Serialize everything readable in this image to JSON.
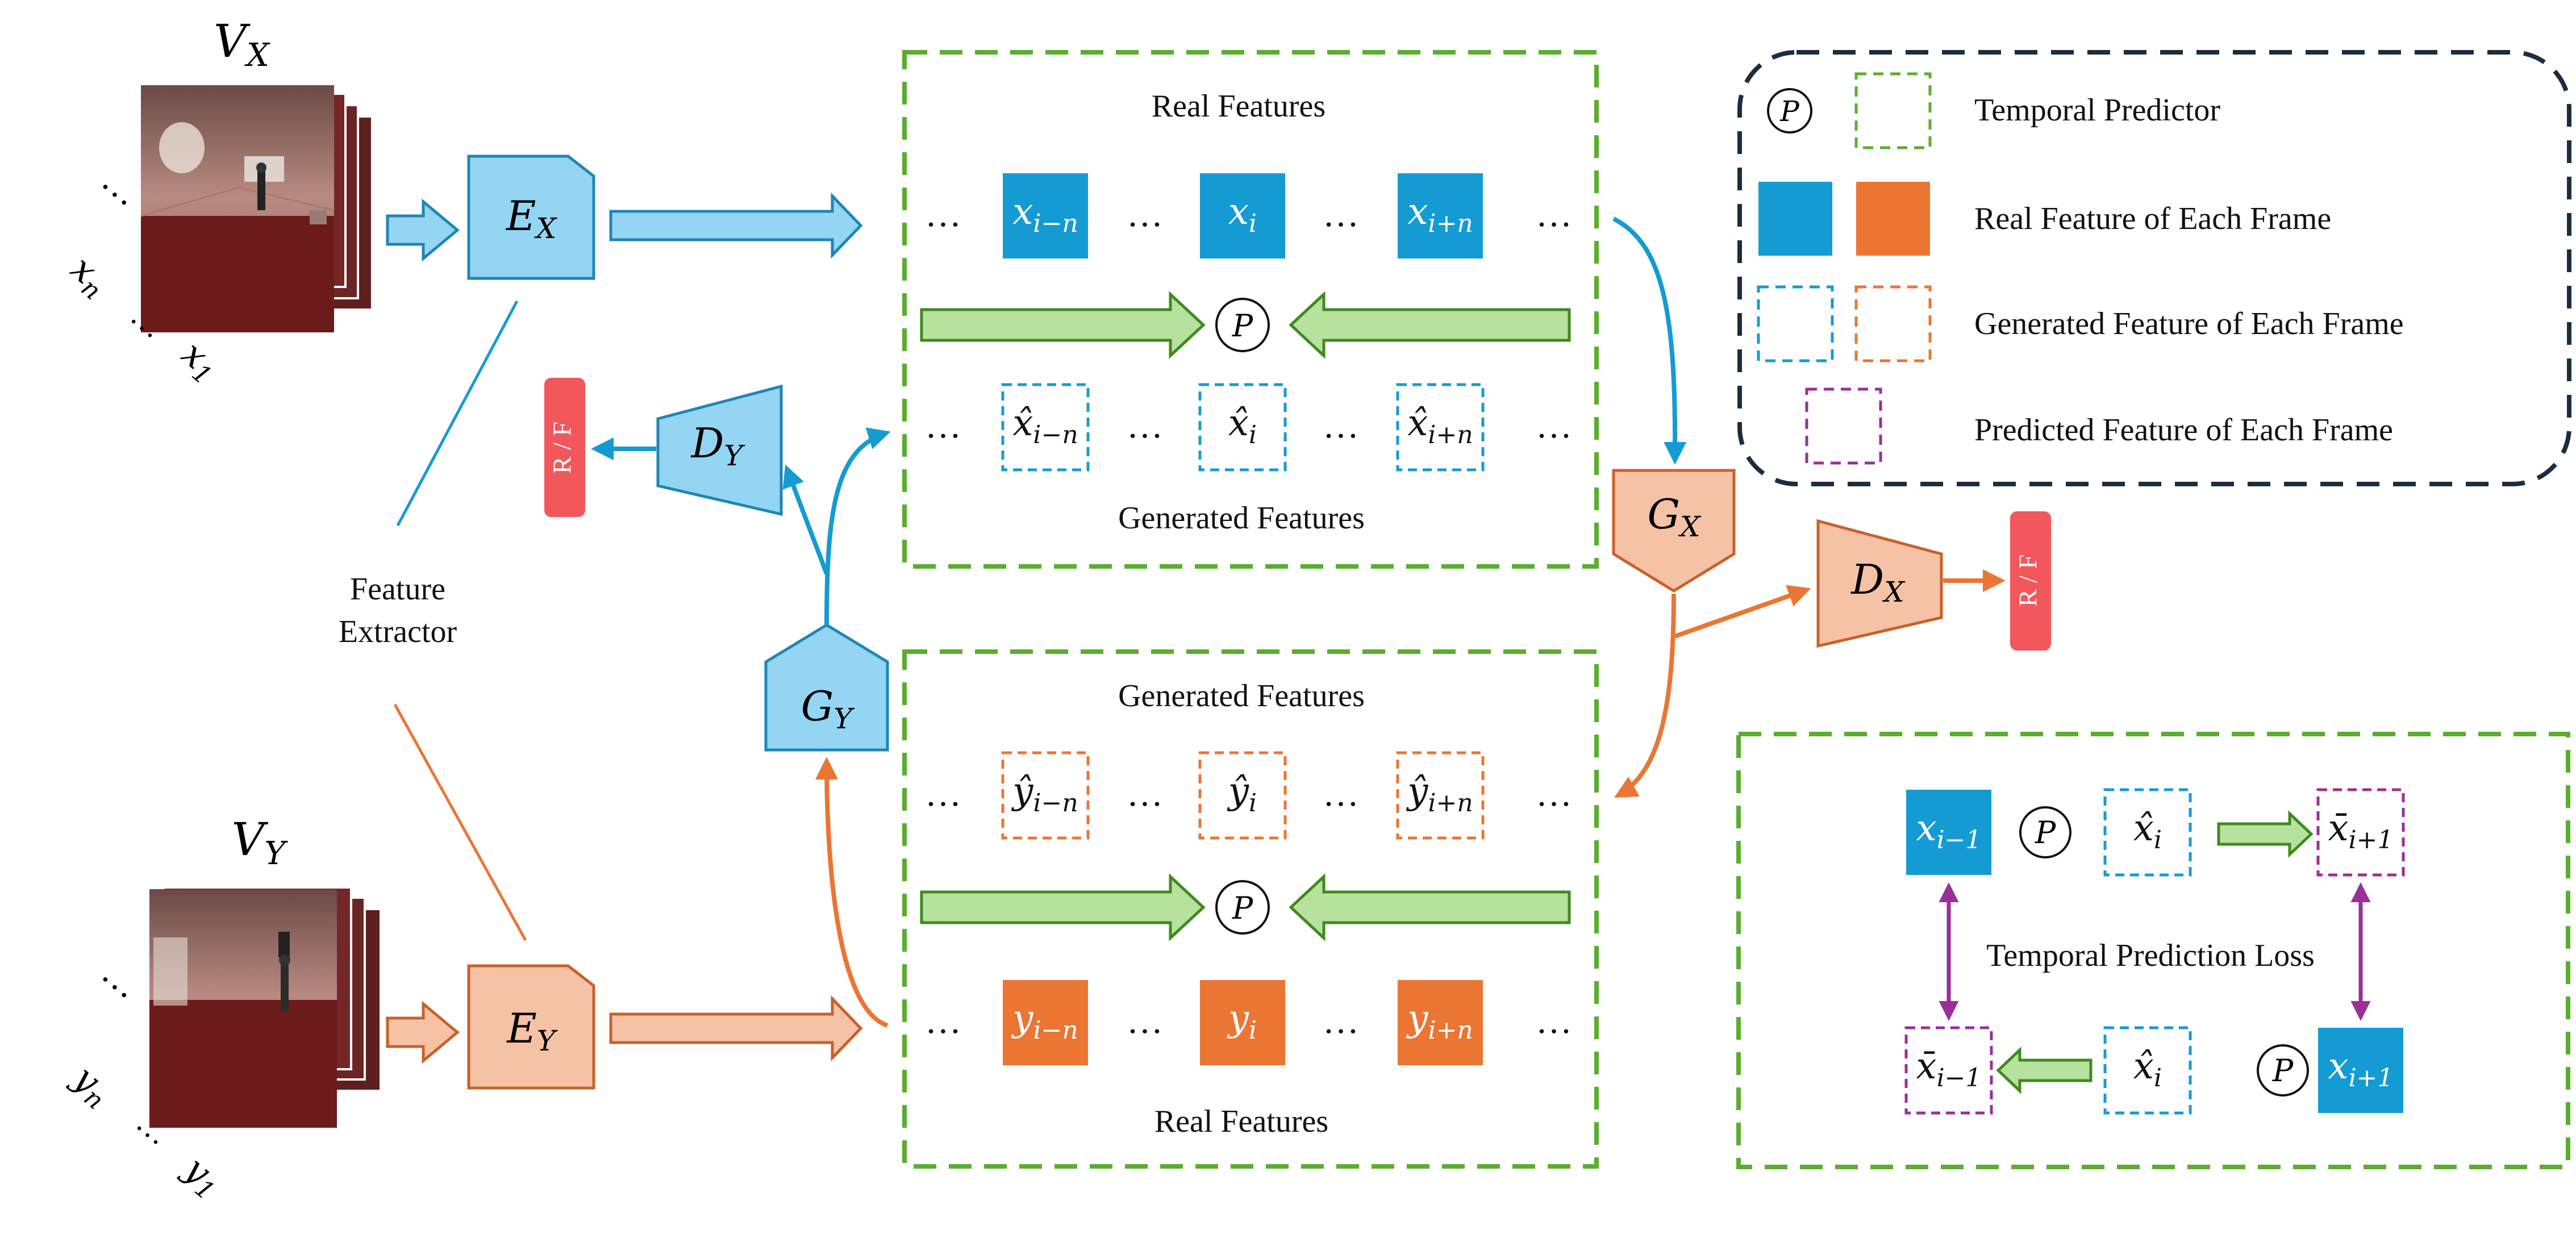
{
  "colors": {
    "blue": "#159BD4",
    "blue_light": "#93D5F3",
    "blue_stroke": "#1D86B6",
    "orange": "#EB7533",
    "orange_light": "#F5C2A6",
    "orange_stroke": "#C96029",
    "green": "#5AAE2E",
    "green_fill": "#B7E29E",
    "green_stroke": "#3F8A1D",
    "purple": "#9A2F98",
    "red_badge": "#F2575C",
    "navy_dash": "#1B2D40"
  },
  "video_x": {
    "label_base": "V",
    "label_sub": "X",
    "first_frame": {
      "base": "x",
      "sub": "1"
    },
    "last_frame": {
      "base": "x",
      "sub": "n"
    },
    "dots": "…"
  },
  "video_y": {
    "label_base": "V",
    "label_sub": "Y",
    "first_frame": {
      "base": "y",
      "sub": "1"
    },
    "last_frame": {
      "base": "y",
      "sub": "n"
    },
    "dots": "…"
  },
  "encoders": {
    "ex": {
      "base": "E",
      "sub": "X"
    },
    "ey": {
      "base": "E",
      "sub": "Y"
    }
  },
  "feature_extractor": {
    "line1": "Feature",
    "line2": "Extractor"
  },
  "generators": {
    "gx": {
      "base": "G",
      "sub": "X"
    },
    "gy": {
      "base": "G",
      "sub": "Y"
    }
  },
  "discriminators": {
    "dx": {
      "base": "D",
      "sub": "X"
    },
    "dy": {
      "base": "D",
      "sub": "Y"
    }
  },
  "badges": {
    "real_fake": "R / F"
  },
  "predictor_symbol": "P",
  "ellipsis": "…",
  "top_panel": {
    "title_real": "Real Features",
    "title_generated": "Generated Features",
    "real_cells": [
      {
        "base": "x",
        "sub": "i−n",
        "hat": false
      },
      {
        "base": "x",
        "sub": "i",
        "hat": false
      },
      {
        "base": "x",
        "sub": "i+n",
        "hat": false
      }
    ],
    "generated_cells": [
      {
        "base": "x",
        "sub": "i−n",
        "hat": true
      },
      {
        "base": "x",
        "sub": "i",
        "hat": true
      },
      {
        "base": "x",
        "sub": "i+n",
        "hat": true
      }
    ]
  },
  "bottom_panel": {
    "title_generated": "Generated Features",
    "title_real": "Real Features",
    "generated_cells": [
      {
        "base": "y",
        "sub": "i−n",
        "hat": true
      },
      {
        "base": "y",
        "sub": "i",
        "hat": true
      },
      {
        "base": "y",
        "sub": "i+n",
        "hat": true
      }
    ],
    "real_cells": [
      {
        "base": "y",
        "sub": "i−n",
        "hat": false
      },
      {
        "base": "y",
        "sub": "i",
        "hat": false
      },
      {
        "base": "y",
        "sub": "i+n",
        "hat": false
      }
    ]
  },
  "legend": {
    "items": [
      {
        "label": "Temporal Predictor"
      },
      {
        "label": "Real Feature of Each Frame"
      },
      {
        "label": "Generated Feature of Each Frame"
      },
      {
        "label": "Predicted Feature of Each Frame"
      }
    ]
  },
  "loss_panel": {
    "title": "Temporal Prediction Loss",
    "row1": [
      {
        "base": "x",
        "sub": "i−1",
        "mark": "none"
      },
      {
        "base": "x",
        "sub": "i",
        "mark": "hat"
      },
      {
        "base": "x",
        "sub": "i+1",
        "mark": "bar"
      }
    ],
    "row2": [
      {
        "base": "x",
        "sub": "i−1",
        "mark": "bar"
      },
      {
        "base": "x",
        "sub": "i",
        "mark": "hat"
      },
      {
        "base": "x",
        "sub": "i+1",
        "mark": "none"
      }
    ]
  }
}
